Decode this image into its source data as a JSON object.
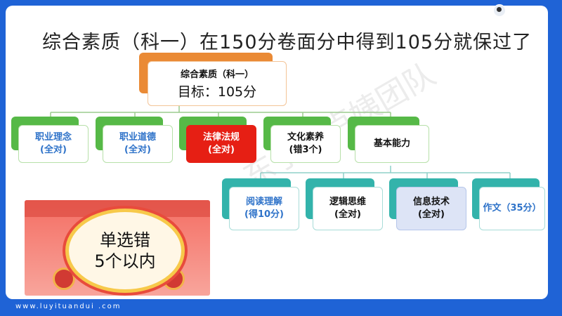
{
  "title": "综合素质（科一）在150分卷面分中得到105分就保过了",
  "brand": "卢姨团队",
  "footer_url": "www.luyituandui .com",
  "watermark": "东子 · 卢姨团队",
  "root": {
    "line1": "综合素质（科一）",
    "line2": "目标：105分"
  },
  "level1": [
    {
      "line1": "职业理念",
      "line2": "(全对)"
    },
    {
      "line1": "职业道德",
      "line2": "(全对)"
    },
    {
      "line1": "法律法规",
      "line2": "(全对)"
    },
    {
      "line1": "文化素养",
      "line2": "(错3个)"
    },
    {
      "line1": "基本能力",
      "line2": ""
    }
  ],
  "level2": [
    {
      "line1": "阅读理解",
      "line2": "(得10分)"
    },
    {
      "line1": "逻辑思维",
      "line2": "(全对)"
    },
    {
      "line1": "信息技术",
      "line2": "(全对)"
    },
    {
      "line1": "作文（35分）",
      "line2": ""
    }
  ],
  "promo": {
    "line1": "单选错",
    "line2": "5个以内"
  },
  "colors": {
    "accent_blue": "#1f63d6",
    "root": "#ea8a35",
    "level1": "#56b947",
    "level2": "#33b3ab",
    "highlight_red": "#e61f14"
  }
}
